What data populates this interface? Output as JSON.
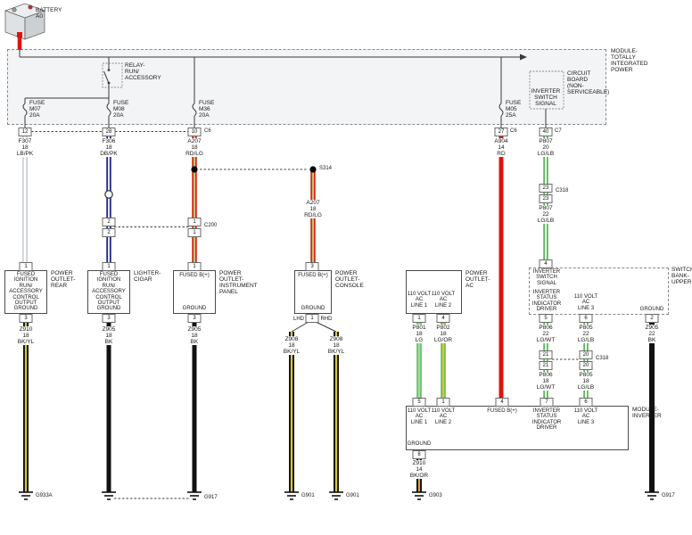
{
  "battery": {
    "label": "BATTERY\nA0"
  },
  "tipm": {
    "label": "MODULE-\nTOTALLY\nINTEGRATED\nPOWER",
    "relay": "RELAY-\nRUN/\nACCESSORY",
    "circuit_board": "CIRCUIT\nBOARD\n(NON-\nSERVICEABLE)",
    "inverter_switch_signal": "INVERTER\nSWITCH\nSIGNAL",
    "fuse_m07": "FUSE\nM07\n20A",
    "fuse_m08": "FUSE\nM08\n20A",
    "fuse_m36": "FUSE\nM36\n20A",
    "fuse_m05": "FUSE\nM05\n25A",
    "pin12": "12",
    "pin28": "28",
    "pin10": "10",
    "pin27": "27",
    "pin40": "40",
    "c6_a": "C6",
    "c6_b": "C6",
    "c7": "C7"
  },
  "wires": {
    "f307": "F307\n18\nLB/PK",
    "f306": "F306\n18\nDB/PK",
    "a207": "A207\n18\nRD/LG",
    "a207_b": "A207\n18\nRD/LG",
    "a904": "A904\n14\nRD",
    "p807_20": "P807\n20\nLG/LB",
    "p807_22": "P807\n22\nLG/LB",
    "p801": "P801\n18\nLG",
    "p802": "P802\n18\nLG/OR",
    "p806_22": "P806\n22\nLG/WT",
    "p806_18": "P806\n18\nLG/WT",
    "p805_22": "P805\n22\nLG/LB",
    "p805_18": "P805\n18\nLG/LB",
    "z910_rear": "Z910\n18\nBK/YL",
    "z905_cigar": "Z905\n18\nBK",
    "z905_ip": "Z905\n18\nBK",
    "z908_lhd": "Z908\n18\nBK/YL",
    "z908_rhd": "Z908\n18\nBK/YL",
    "z905_sb": "Z905\n22\nBK",
    "z910_inv": "Z910\n14\nBK/OR"
  },
  "splices": {
    "s314": "S314"
  },
  "connectors": {
    "c200": "C200",
    "c200_pin2": "2",
    "c200_pin1": "1",
    "c318_a": "C318",
    "c318_b": "C318",
    "c318_pin23": "23",
    "c318_pin21": "21",
    "c318_pin20": "20"
  },
  "outlets": {
    "rear": {
      "pin_top": "1",
      "pin_bottom": "3",
      "top": "FUSED\nIGNITION\nRUN/\nACCESSORY\nCONTROL\nOUTPUT",
      "ground": "GROUND",
      "label": "POWER\nOUTLET-\nREAR"
    },
    "cigar": {
      "pin_top": "1",
      "pin_bottom": "3",
      "top": "FUSED\nIGNITION\nRUN/\nACCESSORY\nCONTROL\nOUTPUT",
      "ground": "GROUND",
      "label": "LIGHTER-\nCIGAR"
    },
    "ip": {
      "pin_top": "1",
      "pin_bottom": "3",
      "top": "FUSED B(+)",
      "ground": "GROUND",
      "label": "POWER\nOUTLET-\nINSTRUMENT\nPANEL"
    },
    "console": {
      "pin_top": "3",
      "pin_bottom": "1",
      "top": "FUSED B(+)",
      "ground": "GROUND",
      "label": "POWER\nOUTLET-\nCONSOLE",
      "lhd": "LHD",
      "rhd": "RHD"
    },
    "ac": {
      "pin_line1": "1",
      "pin_line2": "4",
      "line1": "110 VOLT\nAC\nLINE 1",
      "line2": "110 VOLT\nAC\nLINE 2",
      "label": "POWER\nOUTLET-\nAC"
    }
  },
  "switch_bank": {
    "label": "SWITCH-\nBANK-\nUPPER",
    "pin_top": "4",
    "signal": "INVERTER\nSWITCH\nSIGNAL",
    "driver": "INVERTER\nSTATUS\nINDICATOR\nDRIVER",
    "pin_driver": "5",
    "line3": "110 VOLT\nAC\nLINE 3",
    "pin_line3": "6",
    "ground": "GROUND",
    "pin_ground": "2"
  },
  "inverter": {
    "label": "MODULE-\nINVERTER",
    "pin_line1": "5",
    "pin_line2": "1",
    "pin_fused": "4",
    "pin_driver": "7",
    "pin_line3": "6",
    "pin_ground": "8",
    "line1": "110 VOLT\nAC\nLINE 1",
    "line2": "110 VOLT\nAC\nLINE 2",
    "fused": "FUSED B(+)",
    "driver": "INVERTER\nSTATUS\nINDICATOR\nDRIVER",
    "line3": "110 VOLT\nAC\nLINE 3",
    "ground": "GROUND"
  },
  "grounds": {
    "g933a": "G933A",
    "g917_left": "G917",
    "g901_lhd": "G901",
    "g901_rhd": "G901",
    "g903": "G903",
    "g917_right": "G917"
  },
  "colors": {
    "red": "#e01309",
    "dark_blue": "#232c8c",
    "light_green": "#57b857",
    "pale_green": "#a8d9a8",
    "yellow": "#d8c832",
    "orange": "#d9a13a",
    "light_gray_wire": "#b9bfc4",
    "black": "#111111",
    "module_fill": "#f3f4f6"
  }
}
